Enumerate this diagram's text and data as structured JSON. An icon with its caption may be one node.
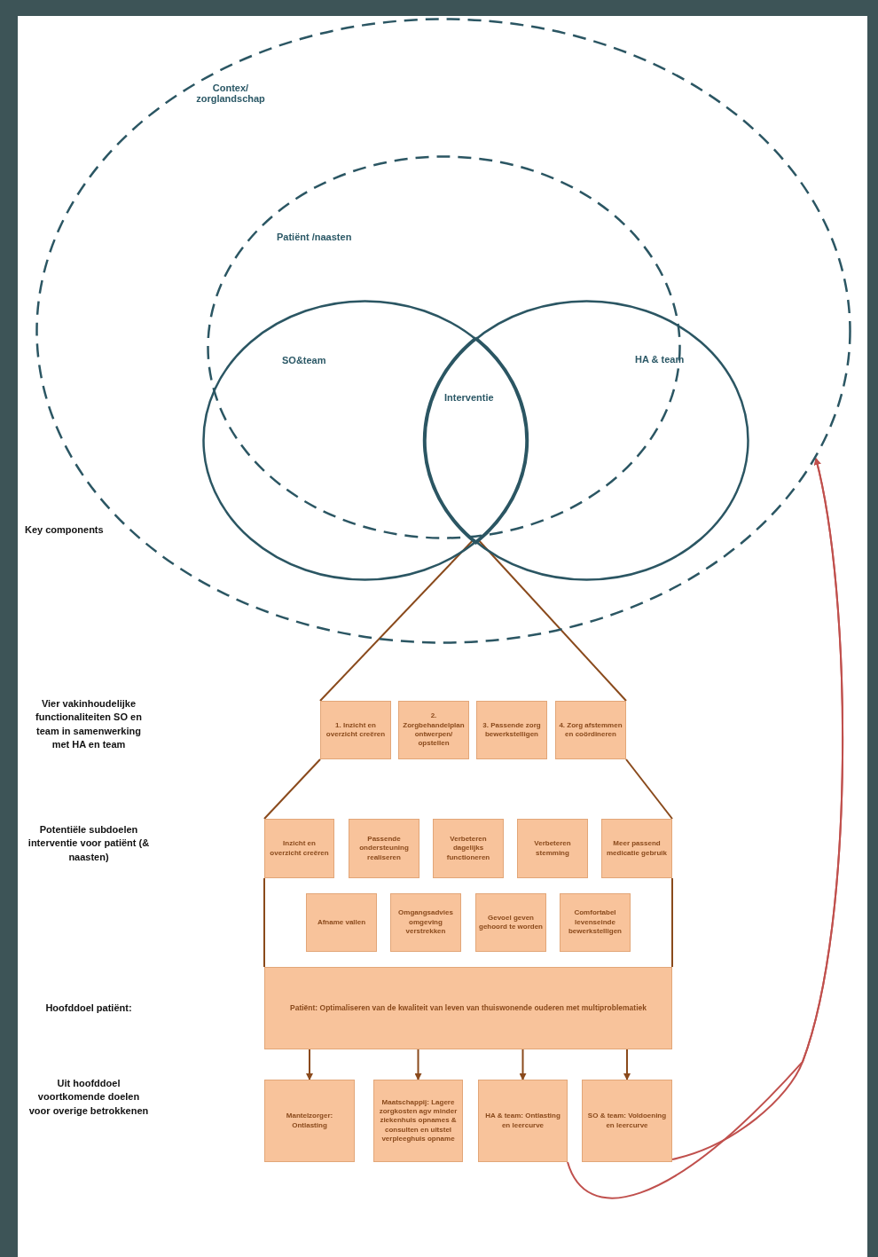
{
  "diagram": {
    "nodes": [
      {
        "text": [
          "Contex/ zorglandschap"
        ]
      },
      {
        "text": [
          "Patiënt /naasten"
        ],
        "in": 0
      },
      {
        "text": [
          "SO&team"
        ],
        "in": 0
      },
      {
        "text": [
          "HA & team"
        ],
        "in": 0
      },
      {
        "text": [
          "Interventie"
        ]
      },
      {
        "text": [
          "1. Inzicht en overzicht creëren"
        ]
      },
      {
        "text": [
          "2. Zorgbehandelplan ontwerpen/ opstellen"
        ]
      },
      {
        "text": [
          "3. Passende zorg bewerkstelligen"
        ]
      },
      {
        "text": [
          "4. Zorg afstemmen en coördineren"
        ]
      },
      {
        "text": [
          "Inzicht en overzicht creëren"
        ]
      },
      {
        "text": [
          "Passende ondersteuning realiseren"
        ]
      },
      {
        "text": [
          "Verbeteren dagelijks functioneren"
        ]
      },
      {
        "text": [
          "Verbeteren stemming"
        ]
      },
      {
        "text": [
          "Meer passend medicatie gebruik"
        ]
      },
      {
        "text": [
          "Afname vallen"
        ]
      },
      {
        "text": [
          "Omgangsadvies omgeving verstrekken"
        ]
      },
      {
        "text": [
          "Gevoel geven gehoord te worden"
        ]
      },
      {
        "text": [
          "Comfortabel levenseinde bewerkstelligen"
        ]
      },
      {
        "text": [
          "Patiënt: Optimaliseren van de kwaliteit van leven van thuiswonende ouderen met multiproblematiek"
        ]
      },
      {
        "text": [
          "Mantelzorger: Ontlasting"
        ]
      },
      {
        "text": [
          "Maatschappij: Lagere zorgkosten agv minder ziekenhuis opnames & consulten en uitstel verpleeghuis opname"
        ]
      },
      {
        "text": [
          "HA & team: Ontlasting en leercurve"
        ]
      },
      {
        "text": [
          "SO & team: Voldoening en leercurve"
        ]
      }
    ],
    "edges": [
      {
        "from": 4,
        "to": 5,
        "arrow": "none"
      },
      {
        "from": 4,
        "to": 8,
        "arrow": "none"
      },
      {
        "from": 5,
        "to": 9,
        "arrow": "none"
      },
      {
        "from": 8,
        "to": 13,
        "arrow": "none"
      },
      {
        "from": 9,
        "to": 18,
        "arrow": "none"
      },
      {
        "from": 13,
        "to": 18,
        "arrow": "none"
      },
      {
        "from": 18,
        "to": 19,
        "arrow": "to"
      },
      {
        "from": 18,
        "to": 20,
        "arrow": "to"
      },
      {
        "from": 18,
        "to": 21,
        "arrow": "to"
      },
      {
        "from": 18,
        "to": 22,
        "arrow": "to"
      },
      {
        "from": 21,
        "to": 0,
        "arrow": "to",
        "color": "#c0504d"
      },
      {
        "from": 22,
        "to": 0,
        "arrow": "to",
        "color": "#c0504d"
      }
    ],
    "labels": [
      "Key components",
      "Vier vakinhoudelijke functionaliteiten SO en team in samenwerking met HA en team",
      "Potentiële subdoelen interventie voor patiënt (& naasten)",
      "Hoofddoel patiënt:",
      "Uit hoofddoel voortkomende doelen voor overige betrokkenen"
    ]
  }
}
